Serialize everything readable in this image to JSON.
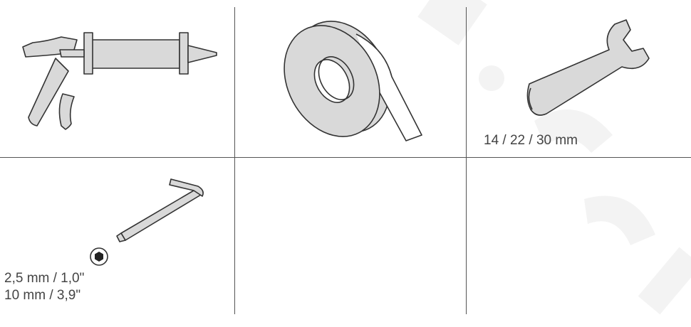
{
  "tools": [
    {
      "id": "caulking-gun",
      "icon": "caulking-gun-icon",
      "label": ""
    },
    {
      "id": "tape-roll",
      "icon": "tape-roll-icon",
      "label": ""
    },
    {
      "id": "wrench",
      "icon": "wrench-icon",
      "label": "14 / 22 / 30 mm"
    },
    {
      "id": "hex-key",
      "icon": "hex-key-icon",
      "label_lines": [
        "2,5 mm / 1,0\"",
        "10 mm / 3,9\""
      ]
    },
    {
      "id": "empty-1",
      "label": ""
    },
    {
      "id": "empty-2",
      "label": ""
    }
  ],
  "colors": {
    "line": "#555555",
    "tool_fill": "#d9d9d9",
    "tool_stroke": "#333333",
    "text": "#444444",
    "watermark": "#f3f3f3"
  }
}
